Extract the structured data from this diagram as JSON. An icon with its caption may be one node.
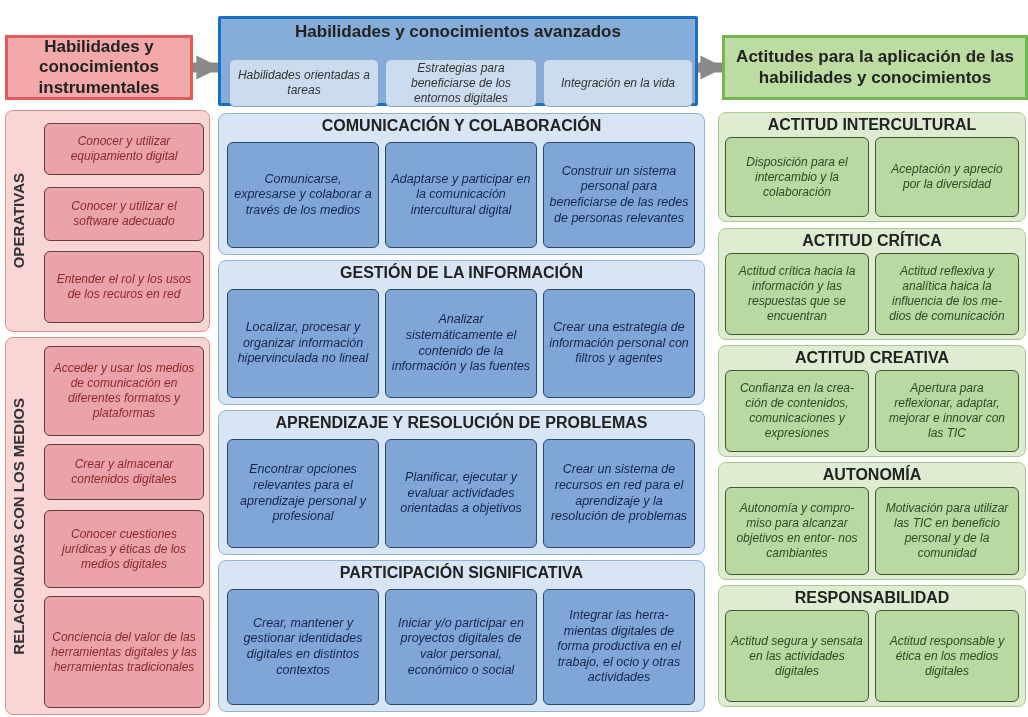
{
  "diagram": {
    "nodes": [
      {
        "text": [
          "Habilidades y conocimientos instrumentales"
        ]
      },
      {
        "text": [
          "Habilidades y conocimientos avanzados"
        ]
      },
      {
        "text": [
          "Habilidades orientadas a tareas"
        ],
        "in": 1
      },
      {
        "text": [
          "Estrategias para beneficiarse de los entornos digitales"
        ],
        "in": 1
      },
      {
        "text": [
          "Integración en la vida"
        ],
        "in": 1
      },
      {
        "text": [
          "Actitudes para la aplicación de las habilidades y conocimientos"
        ]
      },
      {
        "text": [
          "OPERATIVAS"
        ]
      },
      {
        "text": [
          "Conocer y utilizar equipamiento digital"
        ],
        "in": 6
      },
      {
        "text": [
          "Conocer y utilizar el software adecuado"
        ],
        "in": 6
      },
      {
        "text": [
          "Entender el rol y los usos de los recuros en red"
        ],
        "in": 6
      },
      {
        "text": [
          "RELACIONADAS CON LOS MEDIOS"
        ]
      },
      {
        "text": [
          "Acceder y usar los medios de comunicación en diferentes formatos y plataformas"
        ],
        "in": 10
      },
      {
        "text": [
          "Crear y almacenar contenidos digitales"
        ],
        "in": 10
      },
      {
        "text": [
          "Conocer cuestiones jurídicas y éticas de los medios digitales"
        ],
        "in": 10
      },
      {
        "text": [
          "Conciencia del valor de las herramientas digitales y las herramientas tradicionales"
        ],
        "in": 10
      },
      {
        "text": [
          "COMUNICACIÓN Y COLABORACIÓN"
        ]
      },
      {
        "text": [
          "Comunicarse, expresarse y colaborar a través de los medios"
        ],
        "in": 15
      },
      {
        "text": [
          "Adaptarse y participar en la comunicación intercultural digital"
        ],
        "in": 15
      },
      {
        "text": [
          "Construir un sistema personal para beneficiarse de las redes de personas relevantes"
        ],
        "in": 15
      },
      {
        "text": [
          "GESTIÓN DE LA INFORMACIÓN"
        ]
      },
      {
        "text": [
          "Localizar, procesar y organizar información hipervinculada no lineal"
        ],
        "in": 19
      },
      {
        "text": [
          "Analizar sistemáticamente el contenido de la información y las fuentes"
        ],
        "in": 19
      },
      {
        "text": [
          "Crear una estrategia de información personal con filtros y agentes"
        ],
        "in": 19
      },
      {
        "text": [
          "APRENDIZAJE Y RESOLUCIÓN DE PROBLEMAS"
        ]
      },
      {
        "text": [
          "Encontrar opciones relevantes para el aprendizaje personal y profesional"
        ],
        "in": 23
      },
      {
        "text": [
          "Planificar, ejecutar y evaluar actividades orientadas a objetivos"
        ],
        "in": 23
      },
      {
        "text": [
          "Crear un sistema de recursos en red para el aprendizaje y la resolución de problemas"
        ],
        "in": 23
      },
      {
        "text": [
          "PARTICIPACIÓN SIGNIFICATIVA"
        ]
      },
      {
        "text": [
          "Crear, mantener y gestionar identidades digitales en distintos contextos"
        ],
        "in": 27
      },
      {
        "text": [
          "Iniciar y/o participar en proyectos digitales de valor personal, económico o social"
        ],
        "in": 27
      },
      {
        "text": [
          "Integrar las herra- mientas digitales de forma productiva en el trabajo, el ocio y otras actividades"
        ],
        "in": 27
      },
      {
        "text": [
          "ACTITUD INTERCULTURAL"
        ]
      },
      {
        "text": [
          "Disposición para el intercambio y la colaboración"
        ],
        "in": 31
      },
      {
        "text": [
          "Aceptación y aprecio por la diversidad"
        ],
        "in": 31
      },
      {
        "text": [
          "ACTITUD CRÍTICA"
        ]
      },
      {
        "text": [
          "Actitud crítica hacia la información y las respuestas que se encuentran"
        ],
        "in": 34
      },
      {
        "text": [
          "Actitud reflexiva y analítica haica la influencia de los me- dios de comunicación"
        ],
        "in": 34
      },
      {
        "text": [
          "ACTITUD CREATIVA"
        ]
      },
      {
        "text": [
          "Confianza en la crea- ción de contenidos, comunicaciones y expresiones"
        ],
        "in": 37
      },
      {
        "text": [
          "Apertura para reflexionar, adaptar, mejorar e innovar con las TIC"
        ],
        "in": 37
      },
      {
        "text": [
          "AUTONOMÍA"
        ]
      },
      {
        "text": [
          "Autonomía y compro- miso para alcanzar objetivos en entor- nos cambiantes"
        ],
        "in": 40
      },
      {
        "text": [
          "Motivación para utilizar las TIC en beneficio personal y de la comunidad"
        ],
        "in": 40
      },
      {
        "text": [
          "RESPONSABILIDAD"
        ]
      },
      {
        "text": [
          "Actitud segura y sensata en las actividades digitales"
        ],
        "in": 43
      },
      {
        "text": [
          "Actitud responsable y ética en los medios digitales"
        ],
        "in": 43
      }
    ],
    "edges": [
      {
        "from": 0,
        "to": 1,
        "arrow": "to"
      },
      {
        "from": 1,
        "to": 5,
        "arrow": "to"
      }
    ]
  }
}
